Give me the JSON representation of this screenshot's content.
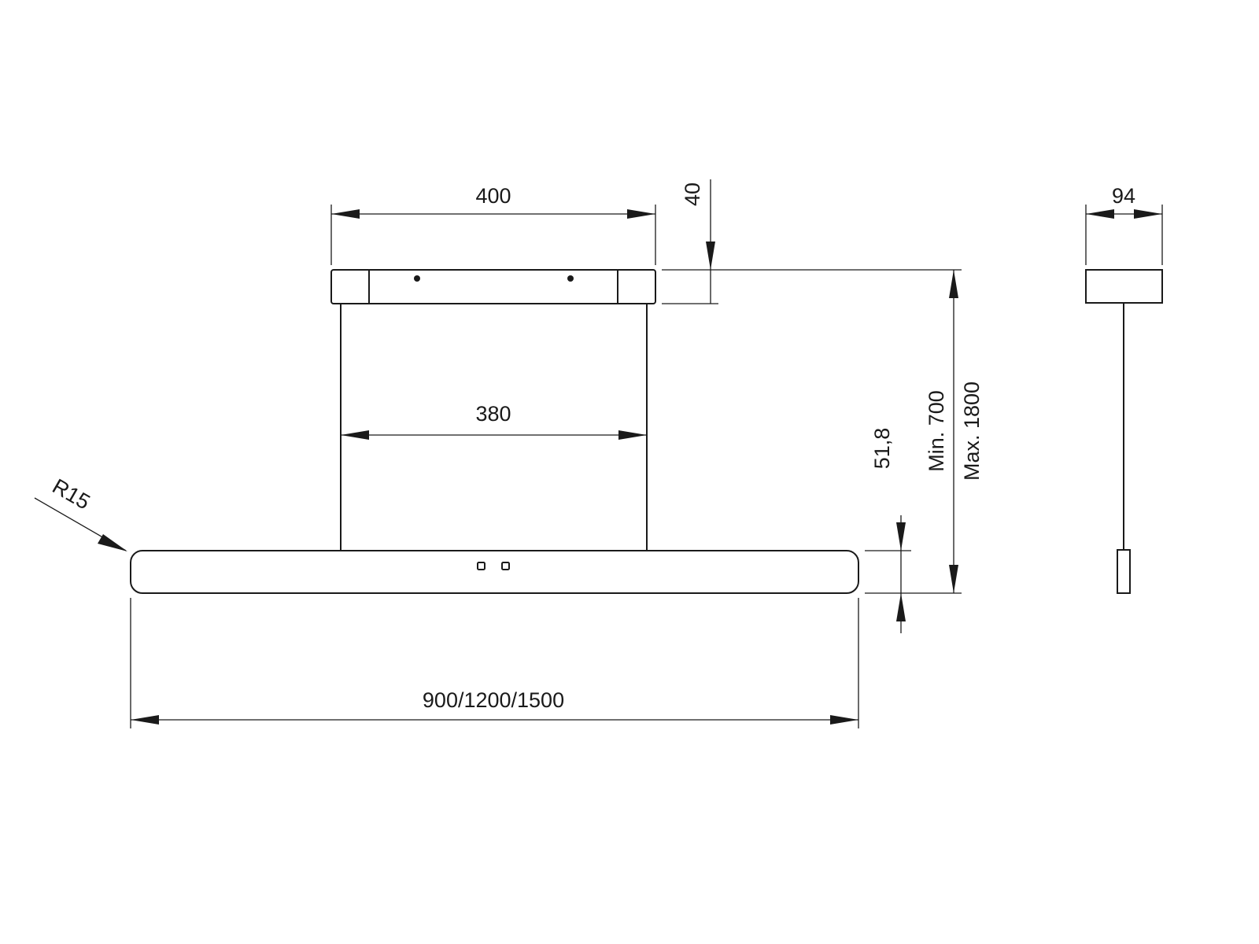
{
  "dimensions": {
    "canopy_width": "400",
    "canopy_height": "40",
    "canopy_depth": "94",
    "cable_spacing": "380",
    "min_height": "Min. 700",
    "max_height": "Max. 1800",
    "body_height": "51,8",
    "corner_radius": "R15",
    "body_length": "900/1200/1500"
  },
  "colors": {
    "ink": "#1a1a1a",
    "background": "#ffffff"
  }
}
